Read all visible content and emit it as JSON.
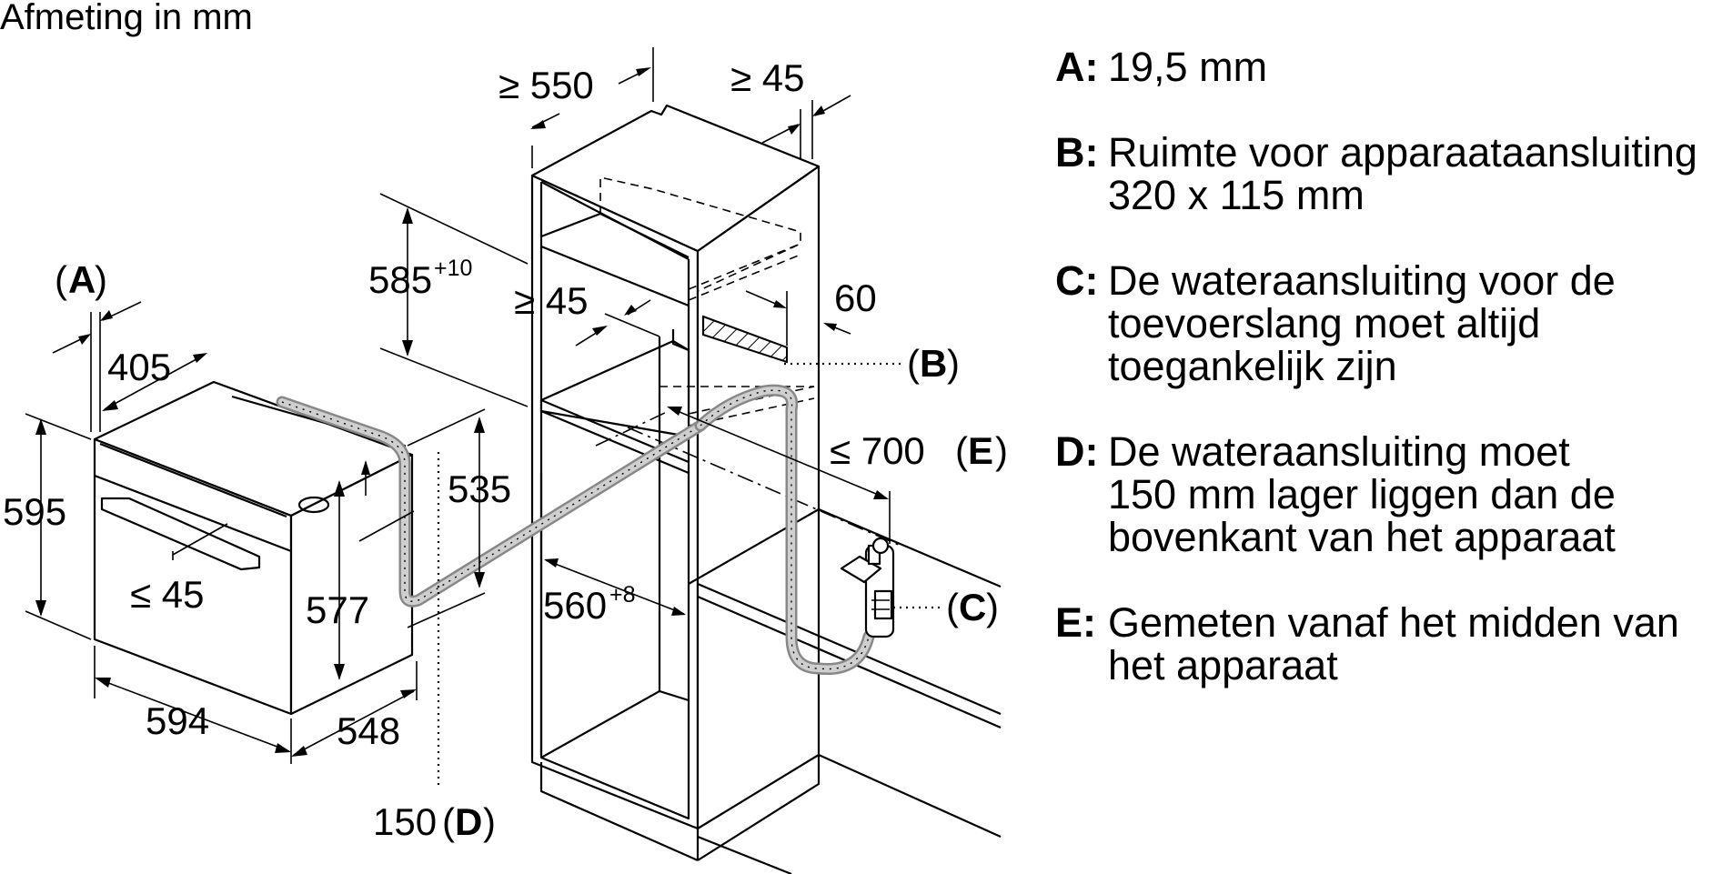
{
  "title": "Afmeting in mm",
  "dimensions": {
    "label_a": "A",
    "label_b": "B",
    "label_c": "C",
    "label_d": "D",
    "label_e": "E",
    "gap_a": "405",
    "height_595": "595",
    "width_594": "594",
    "depth_548": "548",
    "handle_45": "≤ 45",
    "front_577": "577",
    "body_535": "535",
    "d_150": "150",
    "niche_585": "585",
    "niche_585_tol": "+10",
    "niche_560": "560",
    "niche_560_tol": "+8",
    "depth_550": "≥ 550",
    "side_45": "≥ 45",
    "top_45": "≥ 45",
    "side_60": "60",
    "hose_700": "≤ 700"
  },
  "legend": [
    {
      "key": "A:",
      "text": "19,5 mm"
    },
    {
      "key": "B:",
      "text": "Ruimte voor apparaataansluiting\n320 x 115 mm"
    },
    {
      "key": "C:",
      "text": "De wateraansluiting voor de\ntoevoerslang moet altijd\ntoegankelijk zijn"
    },
    {
      "key": "D:",
      "text": "De wateraansluiting moet\n150 mm lager liggen dan de\nbovenkant van het apparaat"
    },
    {
      "key": "E:",
      "text": "Gemeten vanaf het midden van\nhet apparaat"
    }
  ]
}
